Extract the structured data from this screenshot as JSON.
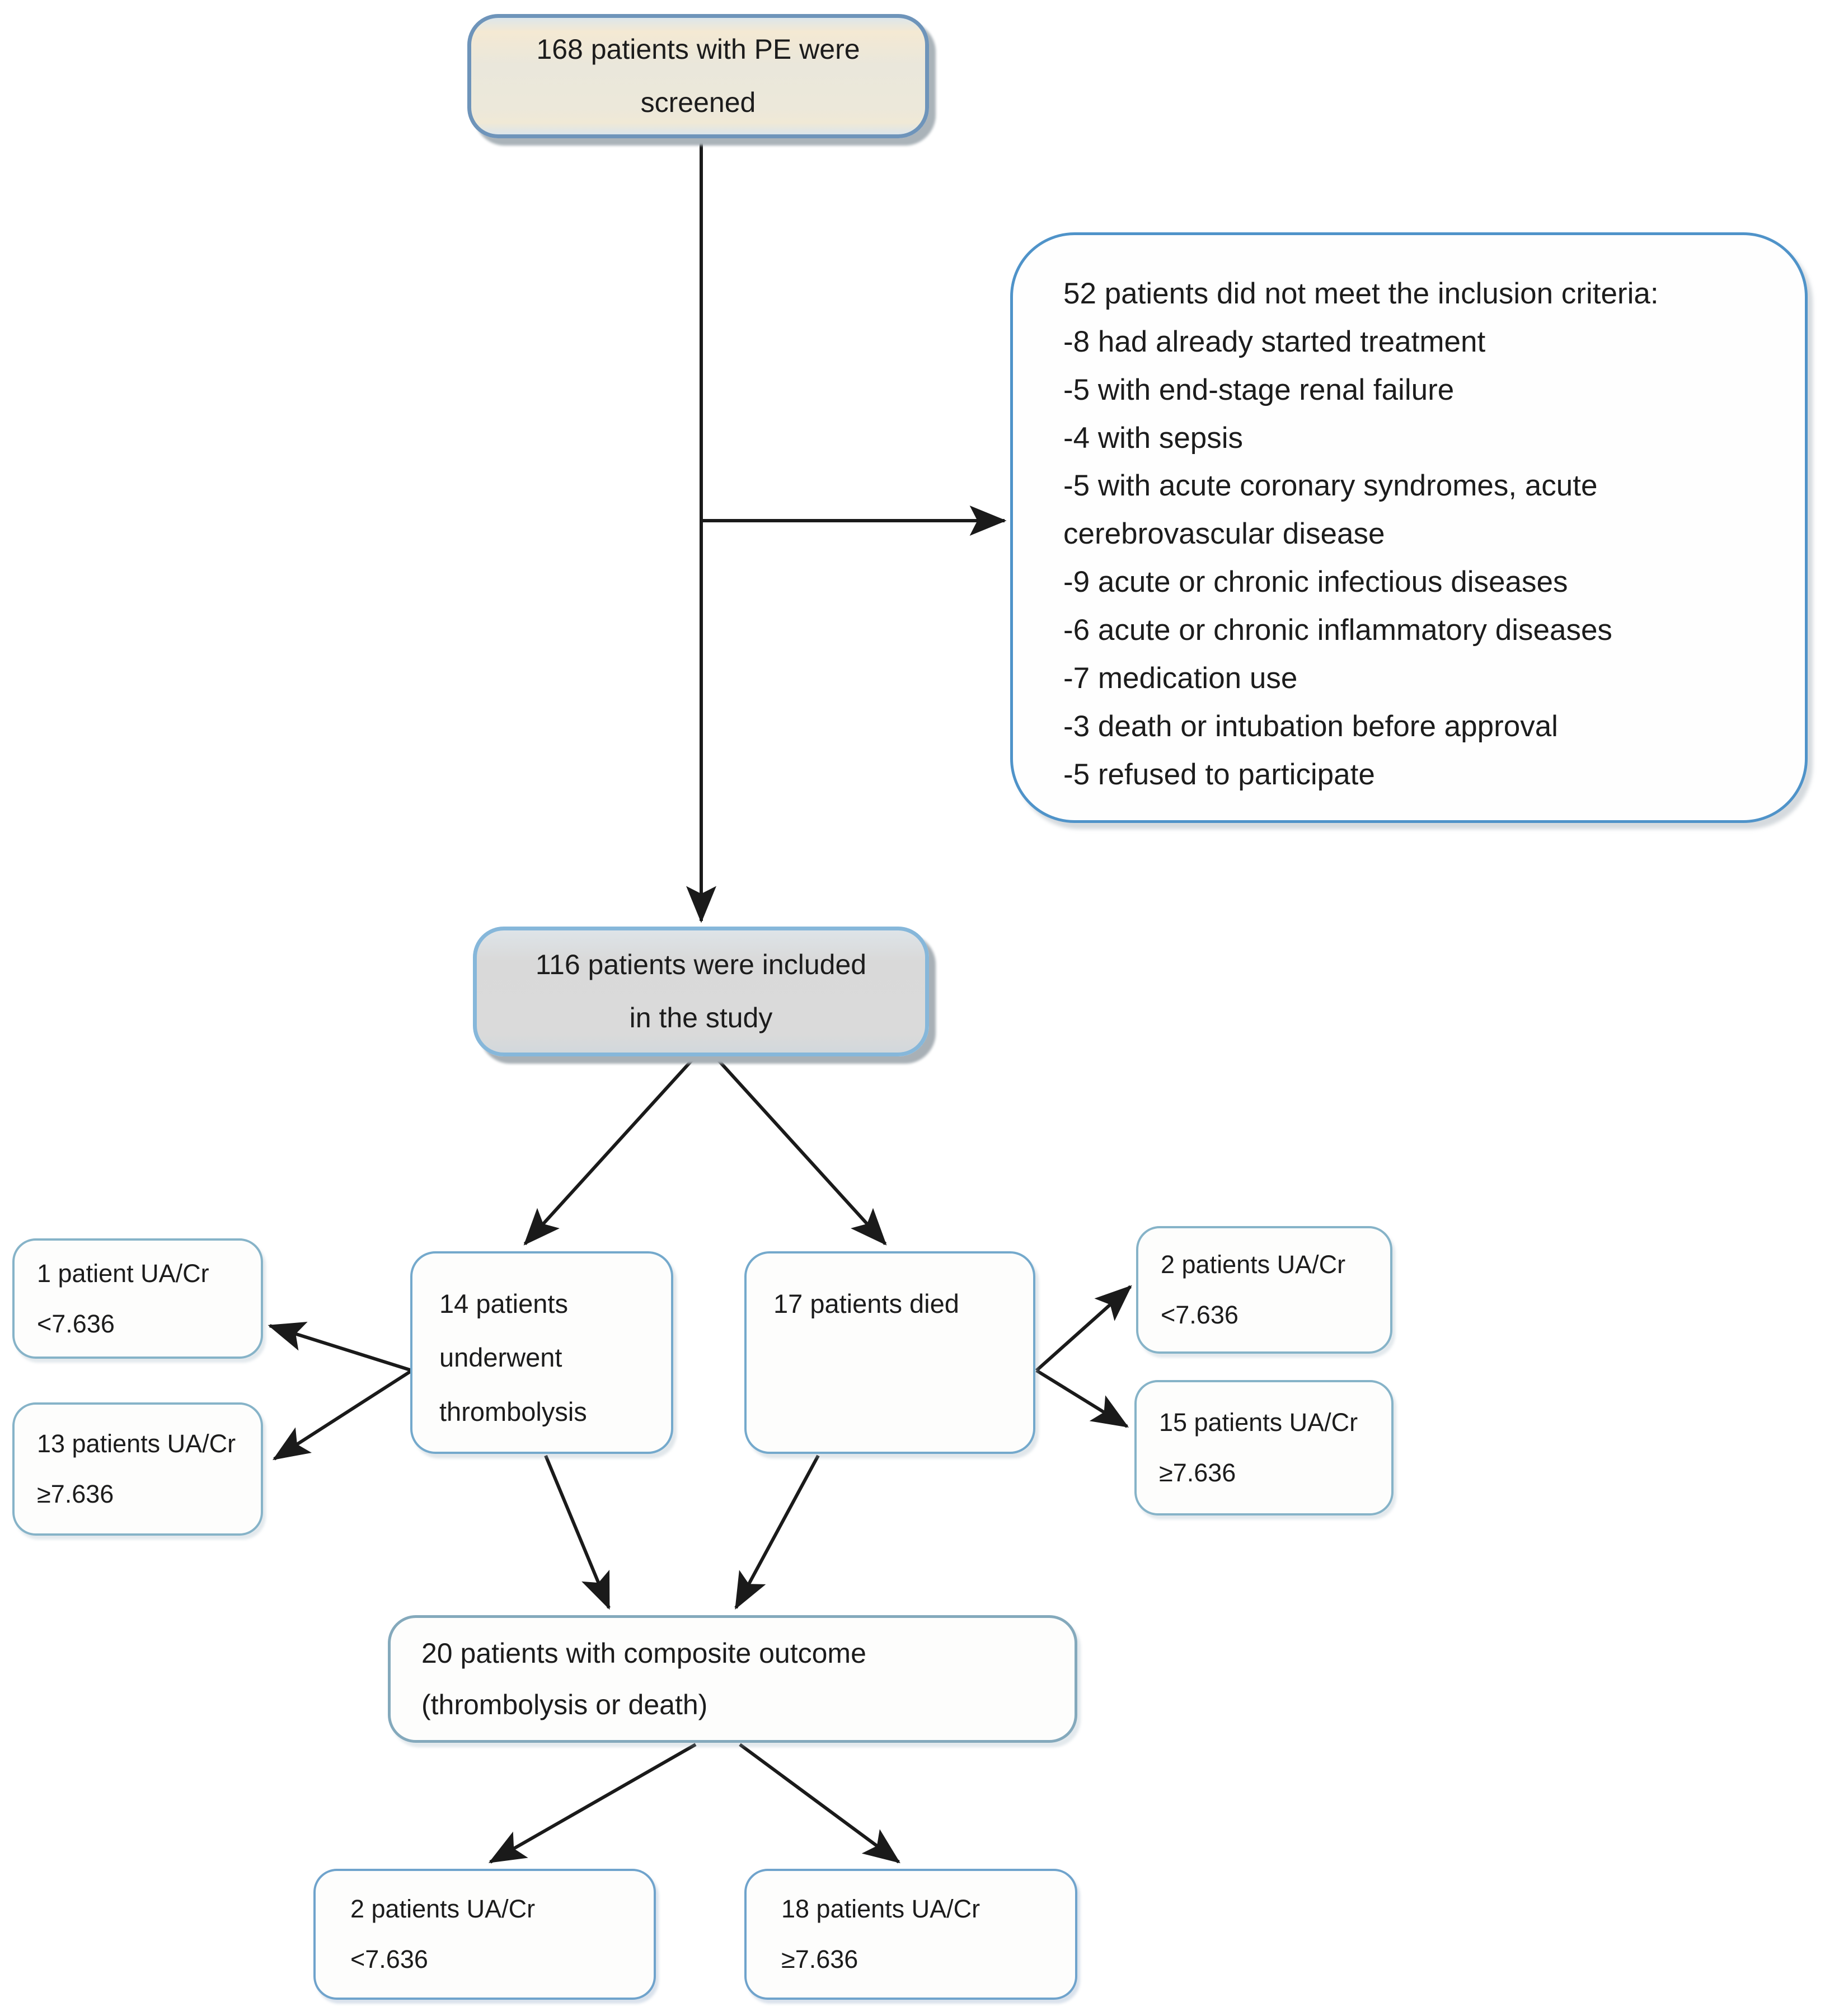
{
  "figure": {
    "boxes": {
      "screened": "168 patients with PE were screened",
      "excluded_title": "52 patients did not meet the inclusion criteria:",
      "excluded_items": [
        "-8 had already started treatment",
        "-5 with end-stage renal failure",
        "-4 with sepsis",
        "-5 with acute coronary syndromes, acute cerebrovascular disease",
        "-9 acute or chronic infectious diseases",
        "-6 acute or chronic inflammatory diseases",
        "-7 medication use",
        "-3 death or intubation before approval",
        "-5 refused to participate"
      ],
      "included": "116 patients were included in the study",
      "thrombolysis": "14 patients underwent thrombolysis",
      "died": "17 patients died",
      "thrombolysis_below_cutoff": "1 patient UA/Cr <7.636",
      "thrombolysis_above_cutoff": "13 patients UA/Cr ≥7.636",
      "died_below_cutoff": "2 patients UA/Cr <7.636",
      "died_above_cutoff": "15 patients UA/Cr ≥7.636",
      "composite": "20 patients with composite outcome (thrombolysis or death)",
      "composite_below_cutoff": "2 patients UA/Cr <7.636",
      "composite_above_cutoff": "18 patients UA/Cr ≥7.636"
    },
    "colors": {
      "screened_fill": "#eae7db",
      "included_fill": "#d9d9d9",
      "node_fill": "#fdfdfc",
      "border_blue_dark": "#4f93c9",
      "border_blue": "#74a9cc",
      "border_blue_light": "#86b3c8",
      "arrow": "#1a1a1a"
    }
  }
}
